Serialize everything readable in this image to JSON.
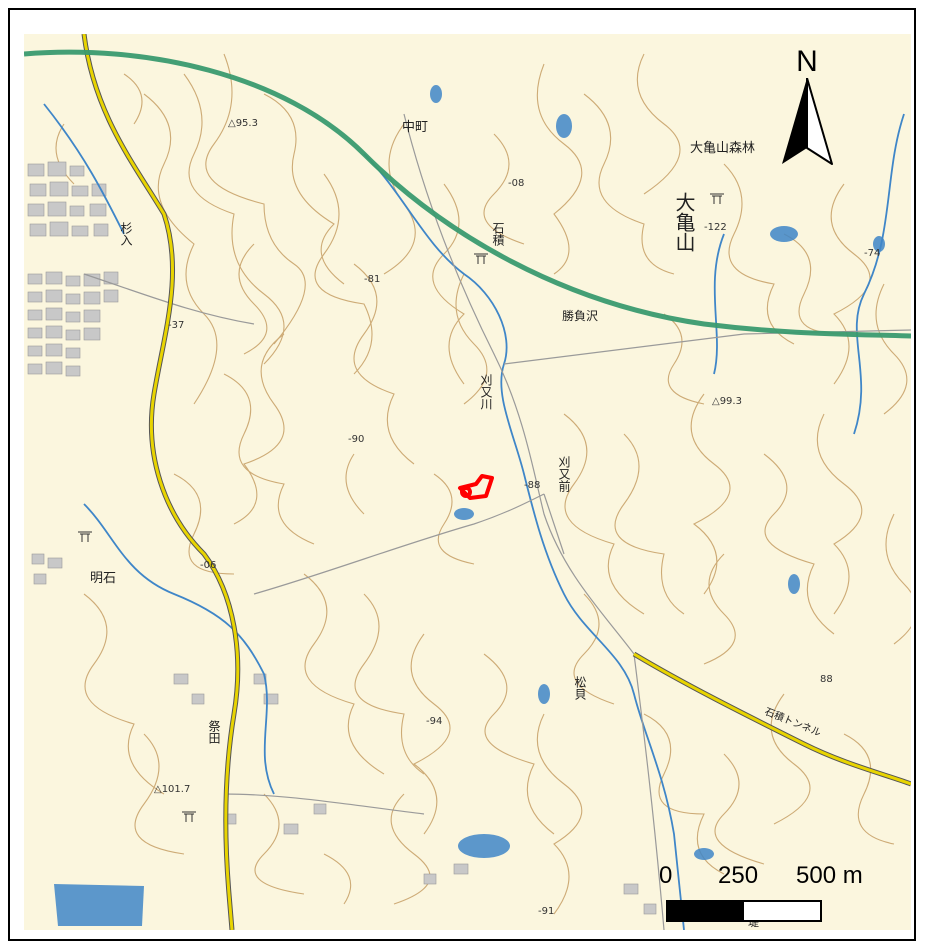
{
  "place_labels": {
    "nakamachi": "中町",
    "okameyama_forest": "大亀山森林",
    "okameyama": "大亀山",
    "ishizumi": "石積",
    "sugiiri": "杉入",
    "shobusawa": "勝負沢",
    "karimatagawa": "刈又川",
    "karimatamae": "刈又前",
    "akaishi": "明石",
    "matsugai": "松貝",
    "saita": "祭田",
    "tunnel": "石積トンネル",
    "bottom_mark": "堤"
  },
  "elevations": {
    "e1": "△95.3",
    "e2": "-08",
    "e3": "-122",
    "e4": "-74",
    "e5": "-81",
    "e6": "-37",
    "e7": "△99.3",
    "e8": "-90",
    "e9": "-88",
    "e10": "-06",
    "e11": "-94",
    "e12": "88",
    "e13": "△101.7",
    "e14": "-91"
  },
  "north_arrow": {
    "letter": "N"
  },
  "scale_bar": {
    "label_0": "0",
    "label_250": "250",
    "label_500": "500 m"
  },
  "colors": {
    "background": "#fbf6de",
    "contour": "#c9a36b",
    "water": "#3f86c8",
    "expressway": "#3a9a6f",
    "national_road": "#e8d400",
    "site_marker": "#ff0000"
  }
}
